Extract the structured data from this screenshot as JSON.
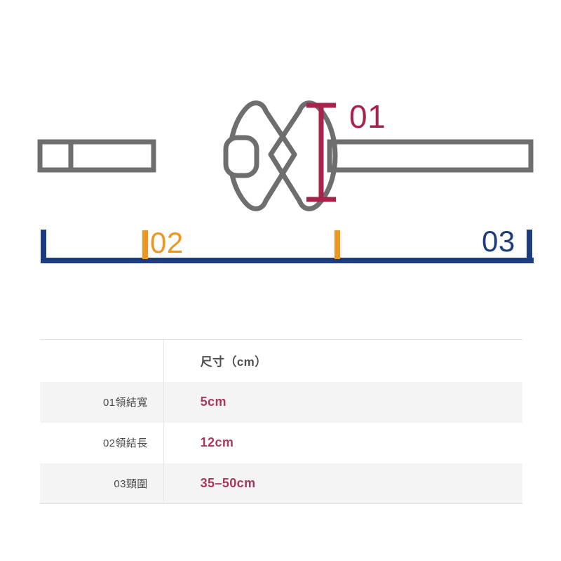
{
  "diagram": {
    "title_alt": "bow-tie-measurement-diagram",
    "colors": {
      "outline": "#6e6e6e",
      "dim_01": "#a8224a",
      "dim_02": "#ef9622",
      "dim_03": "#1d3c80",
      "table_value": "#a8385c",
      "row_shade": "#f4f4f4"
    },
    "callouts": [
      {
        "id": "01",
        "label": "01",
        "color": "#a8224a",
        "measures": "bow tie width (vertical height of wing)"
      },
      {
        "id": "02",
        "label": "02",
        "color": "#ef9622",
        "measures": "bow tie length"
      },
      {
        "id": "03",
        "label": "03",
        "color": "#1d3c80",
        "measures": "neck circumference"
      }
    ]
  },
  "table": {
    "header": {
      "left": "",
      "right": "尺寸（cm）"
    },
    "rows": [
      {
        "label": "01領結寬",
        "value": "5cm"
      },
      {
        "label": "02領結長",
        "value": "12cm"
      },
      {
        "label": "03頸圍",
        "value": "35–50cm"
      }
    ]
  }
}
